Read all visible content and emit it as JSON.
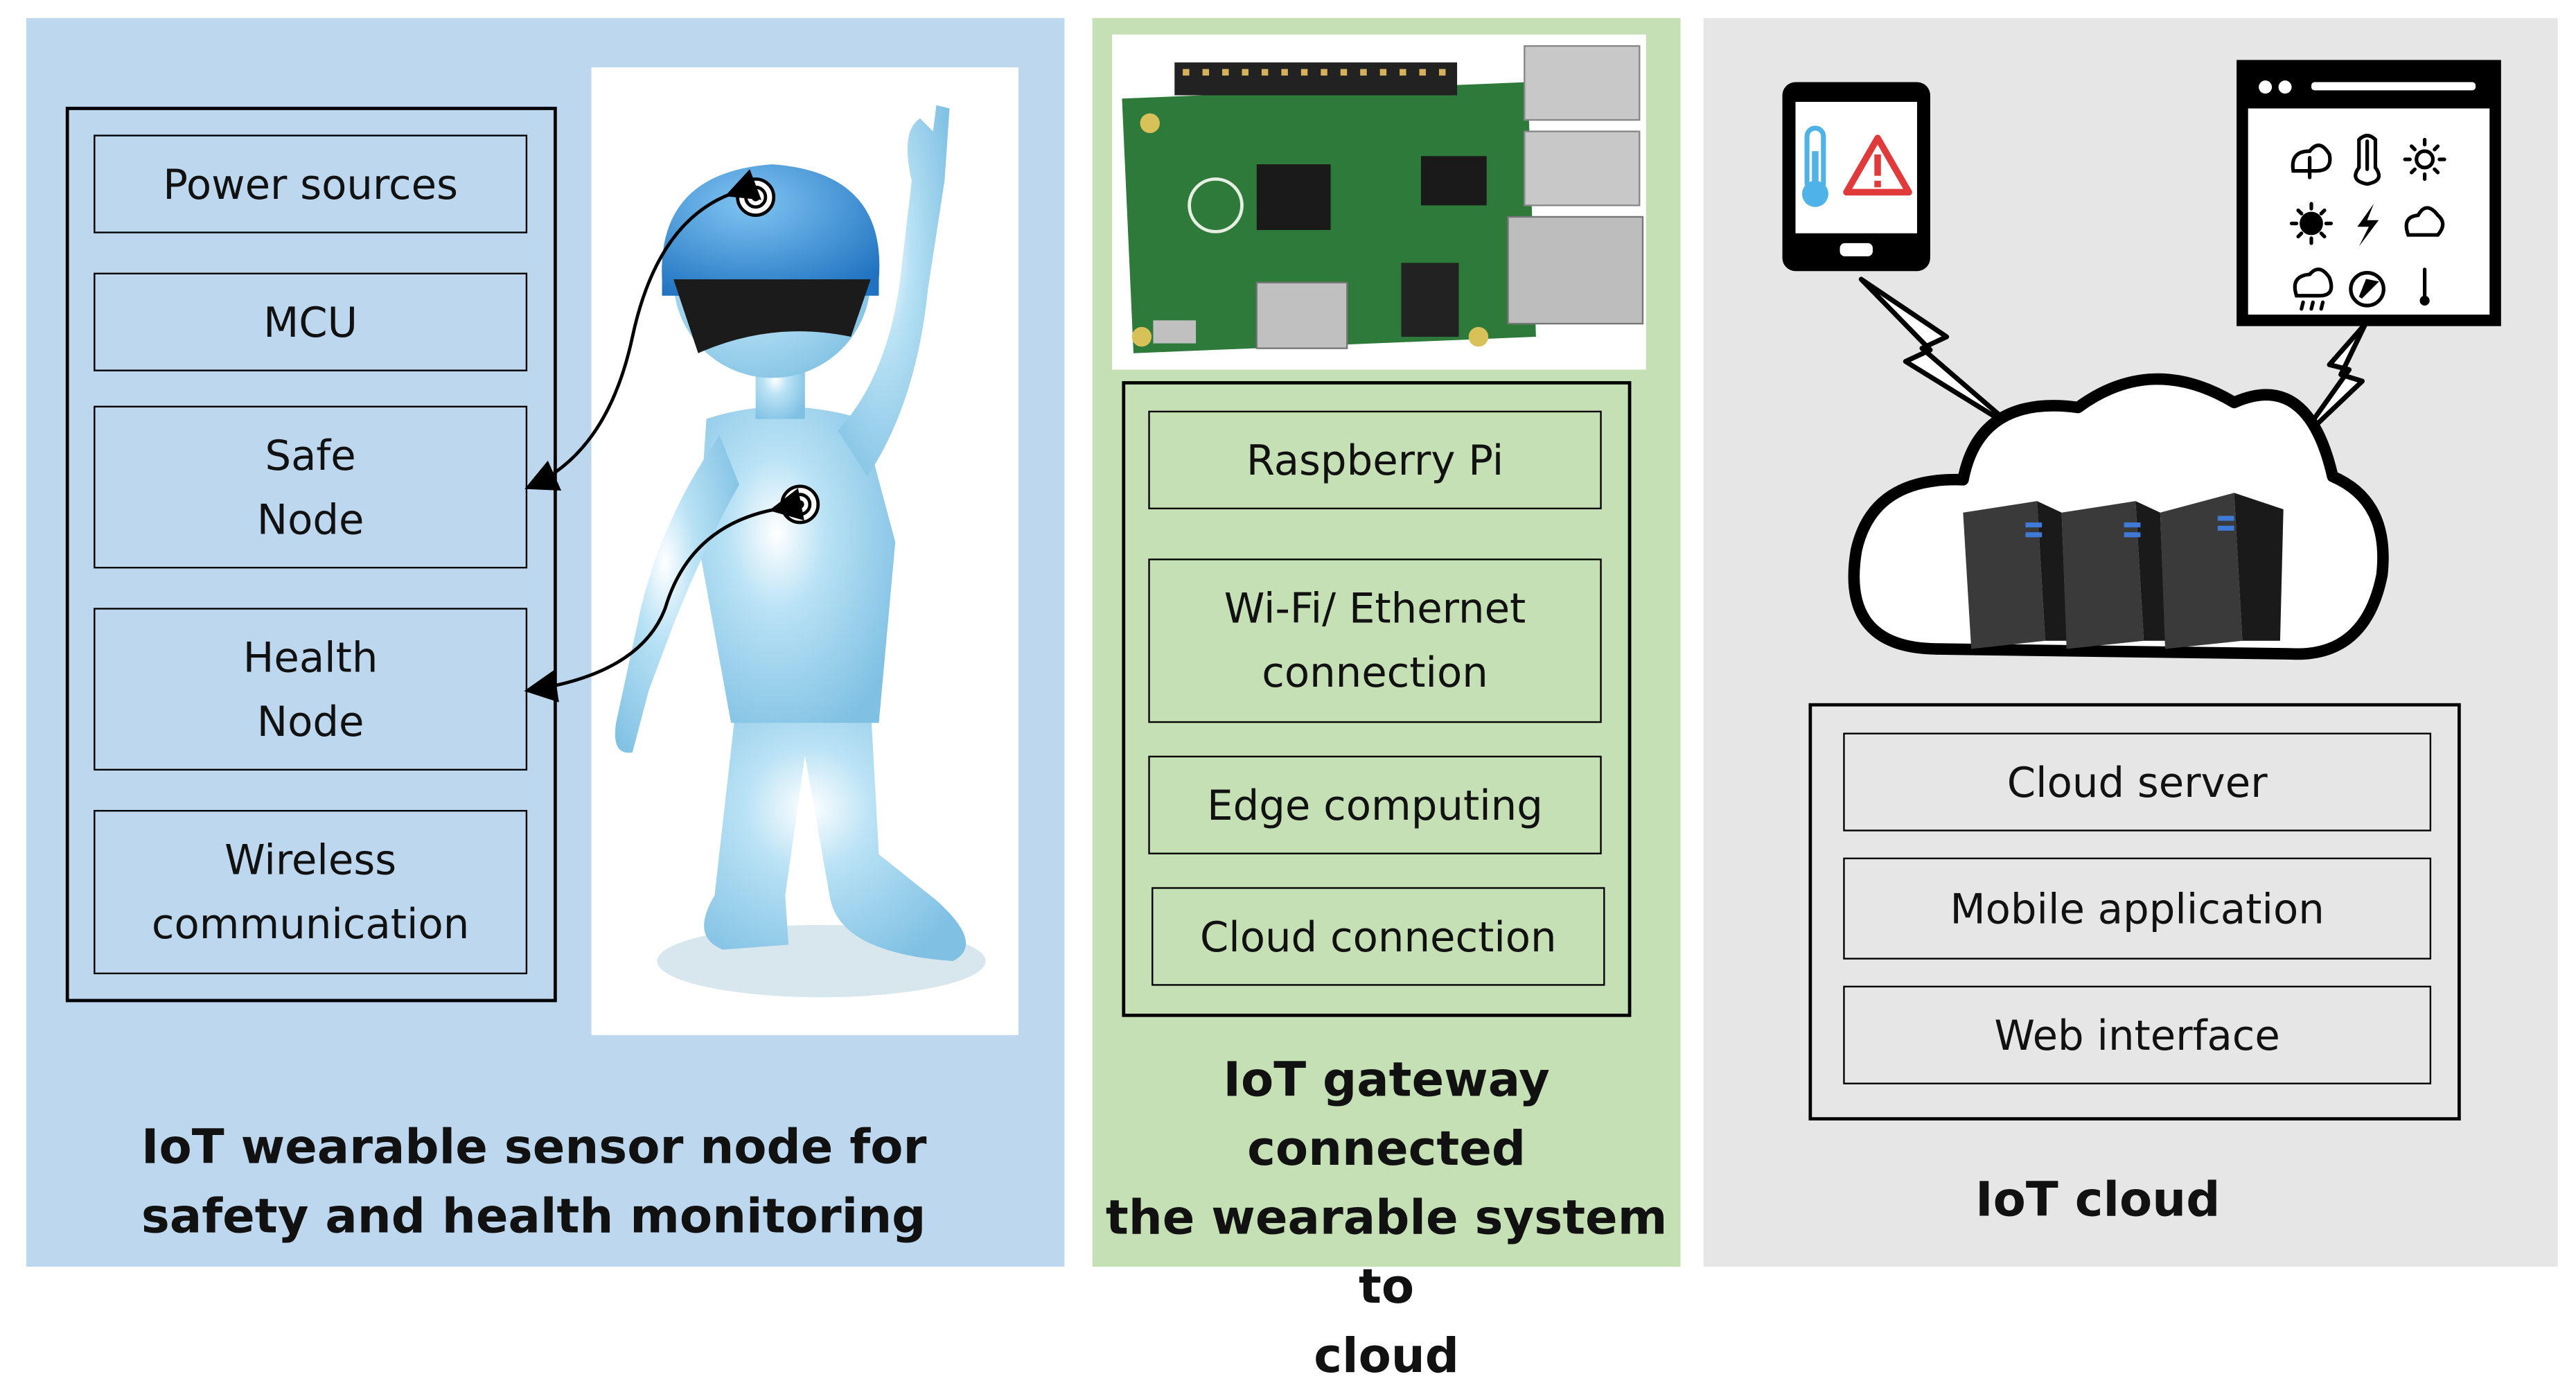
{
  "panels": {
    "wearable": {
      "background": "#bdd7ee",
      "items": [
        "Power sources",
        "MCU",
        "Safe\nNode",
        "Health\nNode",
        "Wireless\ncommunication"
      ],
      "caption": "IoT wearable sensor node for\nsafety and health monitoring",
      "figure_color": "#8ecae8",
      "helmet_color": "#2e8fd9"
    },
    "gateway": {
      "background": "#c5e0b4",
      "items": [
        "Raspberry Pi",
        "Wi-Fi/ Ethernet\nconnection",
        "Edge computing",
        "Cloud connection"
      ],
      "caption": "IoT gateway connected\nthe wearable system to\ncloud",
      "board_color": "#2d7a3a"
    },
    "cloud": {
      "background": "#e7e6e6",
      "items": [
        "Cloud server",
        "Mobile application",
        "Web interface"
      ],
      "caption": "IoT cloud",
      "alert_color": "#e03a3a",
      "thermometer_color": "#4fb3e8"
    }
  }
}
